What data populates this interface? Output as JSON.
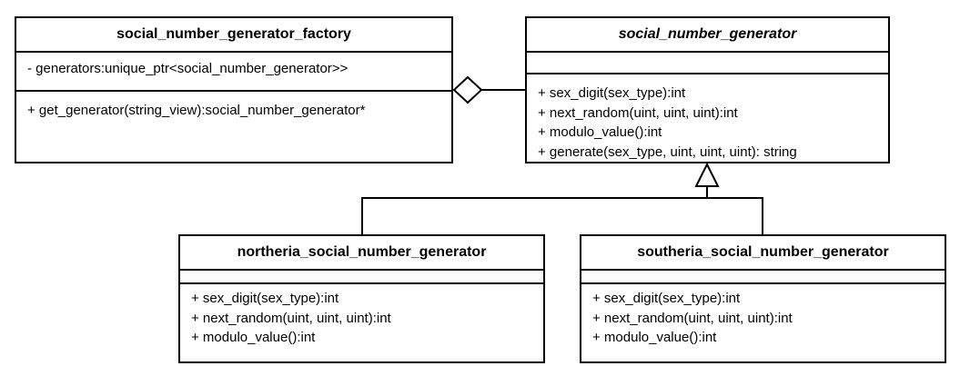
{
  "classes": {
    "factory": {
      "name": "social_number_generator_factory",
      "attributes": [
        "- generators:unique_ptr<social_number_generator>>"
      ],
      "operations": [
        "+ get_generator(string_view):social_number_generator*"
      ]
    },
    "base": {
      "name": "social_number_generator",
      "operations": [
        "+ sex_digit(sex_type):int",
        "+ next_random(uint, uint, uint):int",
        "+ modulo_value():int",
        "+ generate(sex_type, uint, uint, uint): string"
      ]
    },
    "northeria": {
      "name": "northeria_social_number_generator",
      "operations": [
        "+ sex_digit(sex_type):int",
        "+ next_random(uint, uint, uint):int",
        "+ modulo_value():int"
      ]
    },
    "southeria": {
      "name": "southeria_social_number_generator",
      "operations": [
        "+ sex_digit(sex_type):int",
        "+ next_random(uint, uint, uint):int",
        "+ modulo_value():int"
      ]
    }
  },
  "relationships": [
    {
      "type": "aggregation",
      "whole": "social_number_generator_factory",
      "part": "social_number_generator"
    },
    {
      "type": "generalization",
      "parent": "social_number_generator",
      "child": "northeria_social_number_generator"
    },
    {
      "type": "generalization",
      "parent": "social_number_generator",
      "child": "southeria_social_number_generator"
    }
  ]
}
